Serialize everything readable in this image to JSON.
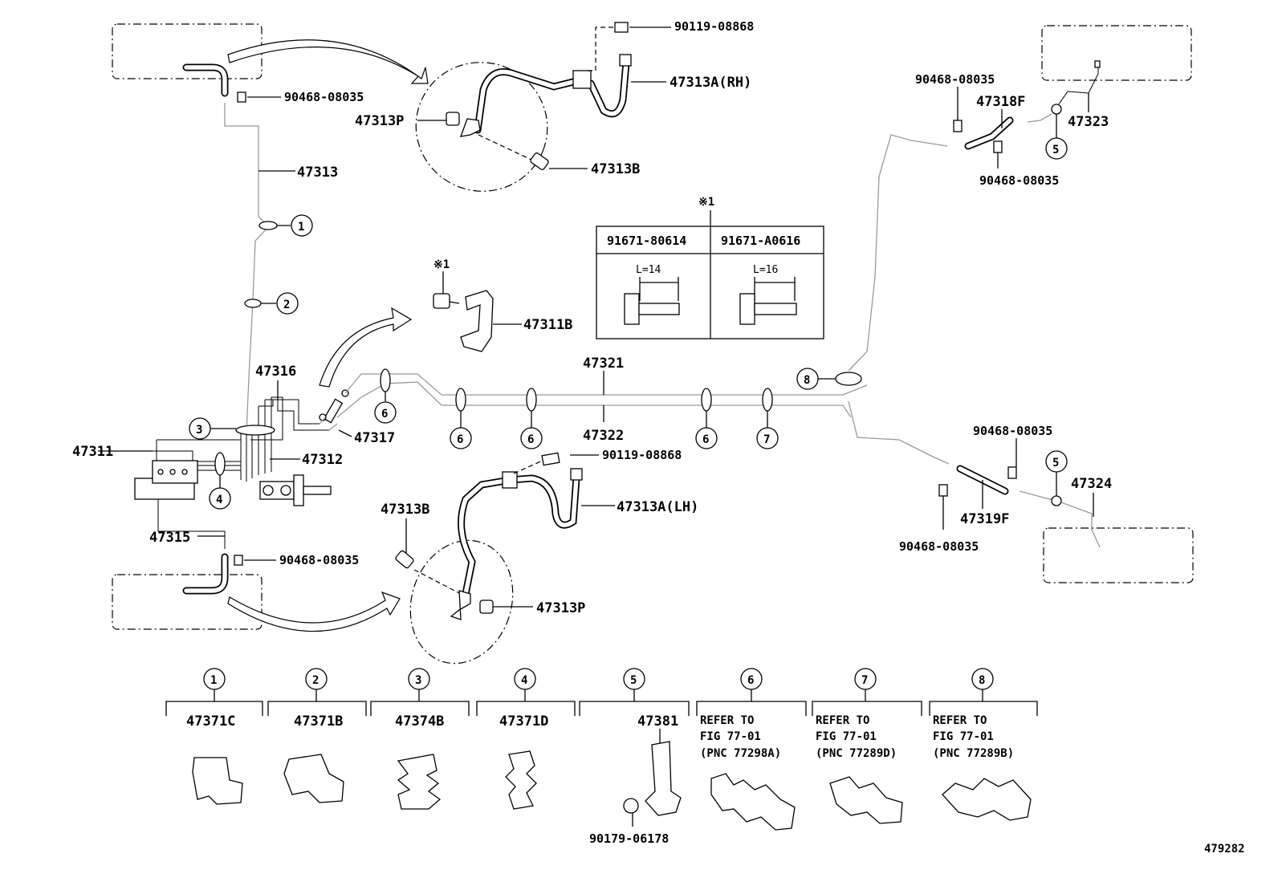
{
  "labels": {
    "p47313": "47313",
    "p90468_top_left": "90468-08035",
    "p90119_top": "90119-08868",
    "p47313A_RH": "47313A(RH)",
    "p47313P_top": "47313P",
    "p47313B_top": "47313B",
    "p47311B": "47311B",
    "note_mark_small": "※1",
    "p47316": "47316",
    "p47317": "47317",
    "p47311": "47311",
    "p47312": "47312",
    "p47315": "47315",
    "p90468_bottom_left": "90468-08035",
    "p47321": "47321",
    "p47322": "47322",
    "p90119_bottom": "90119-08868",
    "p47313A_LH": "47313A(LH)",
    "p47313B_bottom": "47313B",
    "p47313P_bottom": "47313P",
    "p90468_rt1": "90468-08035",
    "p47318F": "47318F",
    "p47323": "47323",
    "p90468_rt2": "90468-08035",
    "p90468_rb1": "90468-08035",
    "p47324": "47324",
    "p47319F": "47319F",
    "p90468_rb2": "90468-08035",
    "figure_number": "479282"
  },
  "callouts": {
    "c1": "1",
    "c2": "2",
    "c3": "3",
    "c4": "4",
    "c5a": "5",
    "c5b": "5",
    "c6a": "6",
    "c6b": "6",
    "c6c": "6",
    "c6d": "6",
    "c7": "7",
    "c8": "8"
  },
  "bolt_table": {
    "mark": "※1",
    "col1_part": "91671-80614",
    "col1_len": "L=14",
    "col2_part": "91671-A0616",
    "col2_len": "L=16"
  },
  "legend": [
    {
      "num": "1",
      "part": "47371C"
    },
    {
      "num": "2",
      "part": "47371B"
    },
    {
      "num": "3",
      "part": "47374B"
    },
    {
      "num": "4",
      "part": "47371D"
    },
    {
      "num": "5",
      "part": "47381",
      "sub": "90179-06178"
    },
    {
      "num": "6",
      "refer1": "REFER TO",
      "refer2": "FIG 77-01",
      "refer3": "(PNC 77298A)"
    },
    {
      "num": "7",
      "refer1": "REFER TO",
      "refer2": "FIG 77-01",
      "refer3": "(PNC 77289D)"
    },
    {
      "num": "8",
      "refer1": "REFER TO",
      "refer2": "FIG 77-01",
      "refer3": "(PNC 77289B)"
    }
  ],
  "icons": {
    "note": "clamp-icon, bolt-icon, union-icon, master-cylinder-icon, flexible-hose-icon"
  }
}
